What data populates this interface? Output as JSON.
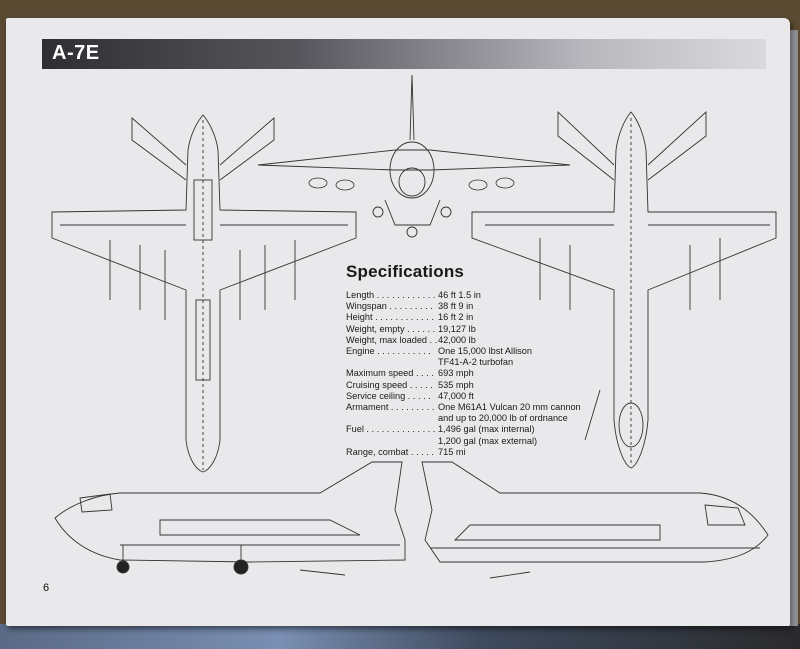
{
  "header": {
    "title": "A-7E"
  },
  "specs": {
    "heading": "Specifications",
    "rows": [
      {
        "label": "Length . . . . . . . . . . . .",
        "value": "46 ft 1.5 in"
      },
      {
        "label": "Wingspan . . . . . . . . .",
        "value": "38 ft 9 in"
      },
      {
        "label": "Height . . . . . . . . . . . .",
        "value": "16 ft 2 in"
      },
      {
        "label": "Weight, empty . . . . . .",
        "value": "19,127 lb"
      },
      {
        "label": "Weight, max loaded . .",
        "value": "42,000 lb"
      },
      {
        "label": "Engine . . . . . . . . . . .",
        "value": "One 15,000 lbst Allison"
      },
      {
        "label": "",
        "value": "TF41-A-2 turbofan"
      },
      {
        "label": "Maximum speed . . . .",
        "value": "693 mph"
      },
      {
        "label": "Cruising speed . . . . .",
        "value": "535 mph"
      },
      {
        "label": "Service ceiling . . . . .",
        "value": "47,000 ft"
      },
      {
        "label": "Armament . . . . . . . . .",
        "value": "One M61A1 Vulcan 20 mm cannon"
      },
      {
        "label": "",
        "value": "and up to 20,000 lb of ordnance"
      },
      {
        "label": "Fuel . . . . . . . . . . . . . .",
        "value": "1,496 gal (max internal)"
      },
      {
        "label": "",
        "value": "1,200 gal (max external)"
      },
      {
        "label": "Range, combat . . . . .",
        "value": "715 mi"
      }
    ]
  },
  "page_number": "6"
}
